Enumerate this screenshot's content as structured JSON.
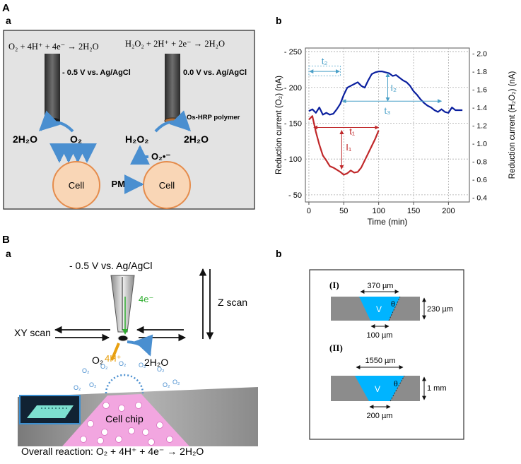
{
  "panels": {
    "A": "A",
    "A_a": "a",
    "A_b": "b",
    "B": "B",
    "B_a": "a",
    "B_b": "b"
  },
  "panelAa": {
    "left_equation": "O₂ + 4H⁺ + 4e⁻ → 2H₂O",
    "right_equation": "H₂O₂ + 2H⁺ + 2e⁻ → 2H₂O",
    "left_potential": "- 0.5 V vs. Ag/AgCl",
    "right_potential": "0.0 V vs. Ag/AgCl",
    "polymer_label": "Os-HRP polymer",
    "left_product": "2H₂O",
    "left_reactant": "O₂",
    "right_reactant": "H₂O₂",
    "right_product": "2H₂O",
    "superoxide": "O₂•⁻",
    "cell_left": "Cell",
    "cell_right": "Cell",
    "pma": "PMA"
  },
  "chart_data": {
    "type": "line",
    "xlabel": "Time (min)",
    "ylabel_left": "Reduction current (O₂) (nA)",
    "ylabel_right": "Reduction current (H₂O₂) (nA)",
    "xlim": [
      -5,
      230
    ],
    "xticks": [
      0,
      50,
      100,
      150,
      200
    ],
    "ylim_left": [
      40,
      255
    ],
    "yticks_left": [
      50,
      100,
      150,
      200,
      250
    ],
    "ylim_right": [
      0.35,
      2.06
    ],
    "yticks_right": [
      0.4,
      0.6,
      0.8,
      1.0,
      1.2,
      1.4,
      1.6,
      1.8,
      2.0
    ],
    "grid": true,
    "series": [
      {
        "axis": "right",
        "color": "#0a1f9e",
        "x": [
          0,
          5,
          10,
          15,
          20,
          25,
          30,
          35,
          40,
          45,
          50,
          55,
          60,
          65,
          70,
          75,
          80,
          85,
          90,
          95,
          100,
          105,
          110,
          115,
          120,
          125,
          130,
          135,
          140,
          145,
          150,
          155,
          160,
          165,
          170,
          175,
          180,
          185,
          190,
          195,
          200,
          205,
          210,
          220
        ],
        "y": [
          1.36,
          1.38,
          1.34,
          1.4,
          1.32,
          1.34,
          1.32,
          1.33,
          1.38,
          1.44,
          1.54,
          1.62,
          1.64,
          1.66,
          1.68,
          1.64,
          1.62,
          1.7,
          1.77,
          1.79,
          1.8,
          1.8,
          1.79,
          1.78,
          1.75,
          1.76,
          1.73,
          1.7,
          1.68,
          1.64,
          1.58,
          1.54,
          1.49,
          1.45,
          1.42,
          1.4,
          1.37,
          1.35,
          1.38,
          1.35,
          1.34,
          1.4,
          1.37,
          1.37
        ]
      },
      {
        "axis": "left",
        "color": "#c0282a",
        "x": [
          0,
          5,
          10,
          15,
          20,
          25,
          30,
          35,
          40,
          45,
          50,
          55,
          60,
          65,
          70,
          75,
          80,
          85,
          90,
          95,
          100
        ],
        "y": [
          155,
          160,
          138,
          120,
          105,
          98,
          90,
          88,
          85,
          82,
          78,
          80,
          84,
          81,
          82,
          88,
          98,
          108,
          118,
          128,
          140
        ]
      }
    ],
    "annotations": {
      "t1": "t₁",
      "t2": "t₂",
      "t3": "t₃",
      "I1": "I₁",
      "I2": "I₂"
    }
  },
  "panelBa": {
    "potential": "- 0.5 V vs. Ag/AgCl",
    "electrons": "4e⁻",
    "z_scan": "Z scan",
    "xy_scan": "XY scan",
    "reactant": "O₂",
    "protons": "4H⁺",
    "product": "2H₂O",
    "o2_small": "O₂",
    "chip_label": "Cell chip",
    "overall": "Overall reaction: O₂ + 4H⁺ + 4e⁻ → 2H₂O"
  },
  "panelBb": {
    "label_I": "(I)",
    "label_II": "(II)",
    "I_top": "370 µm",
    "I_height": "230 µm",
    "I_bottom": "100 µm",
    "II_top": "1550 µm",
    "II_height": "1 mm",
    "II_bottom": "200 µm",
    "volume": "V",
    "angle": "θ"
  },
  "colors": {
    "o2_series": "#0a1f9e",
    "h2o2_series": "#c0282a",
    "arrow": "#4a8fd0",
    "cell_fill": "#f9d6b6",
    "cell_stroke": "#e58c4c",
    "chip_fill": "#f2a6e0",
    "well_fill": "#00b4ff",
    "electrons": "#2fae2f",
    "protons": "#e8a010"
  }
}
